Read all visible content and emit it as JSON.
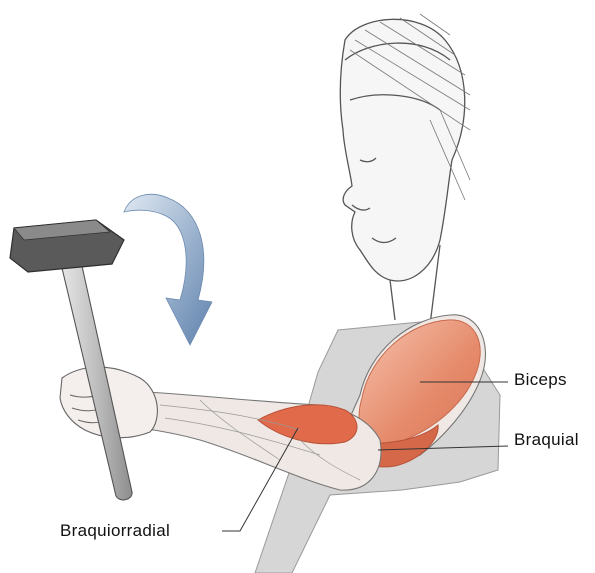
{
  "labels": {
    "biceps": "Biceps",
    "braquial": "Braquial",
    "braquiorradial": "Braquiorradial"
  },
  "colors": {
    "muscle": "#e58a6a",
    "muscle_dark": "#cf5a3c",
    "arrow": "#6f8fb5",
    "hammer_head": "#4a4a4a",
    "background_panel": "#d8d8d8",
    "sketch": "#555555"
  },
  "icons": {
    "rotation_arrow": "curved-arrow-icon"
  }
}
